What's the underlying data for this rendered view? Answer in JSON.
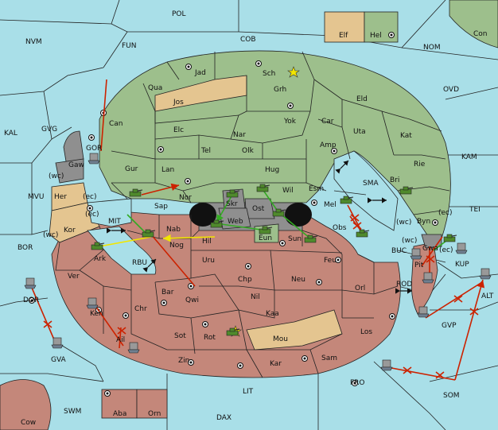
{
  "colors": {
    "sea": "#a9dfe8",
    "green_power": "#9dbf8c",
    "red_power": "#c4877a",
    "neutral": "#e4c590",
    "impassable": "#8f8f8f",
    "order_red": "#cc2200",
    "order_green": "#33aa22",
    "order_yellow": "#f2e600"
  },
  "provinces": {
    "pol": "POL",
    "nvm": "NVM",
    "fun": "FUN",
    "cob": "COB",
    "nom": "NOM",
    "con": "Con",
    "elf": "Elf",
    "hel": "Hel",
    "ovd": "OVD",
    "kal": "KAL",
    "gvg": "GVG",
    "kam": "KAM",
    "mvu": "MVU",
    "tei": "TEI",
    "bor": "BOR",
    "buc": "BUC",
    "kup": "KUP",
    "dor": "DOR",
    "alt": "ALT",
    "gvp": "GVP",
    "gva": "GVA",
    "rod": "ROD",
    "fro": "FRO",
    "som": "SOM",
    "lit": "LIT",
    "swm": "SWM",
    "dax": "DAX",
    "cow": "Cow",
    "aba": "Aba",
    "orn": "Orn",
    "jad": "Jad",
    "sch": "Sch",
    "qua": "Qua",
    "jos": "Jos",
    "grh": "Grh",
    "eld": "Eld",
    "can": "Can",
    "gor": "GOR",
    "yok": "Yok",
    "car": "Car",
    "uta": "Uta",
    "elc": "Elc",
    "nar": "Nar",
    "kat": "Kat",
    "tel": "Tel",
    "olk": "Olk",
    "amp": "Amp",
    "gaw": "Gaw",
    "gur": "Gur",
    "lan": "Lan",
    "hug": "Hug",
    "rie": "Rie",
    "bri": "Bri",
    "sma": "SMA",
    "wil": "Wil",
    "esm": "Esm",
    "skr": "Skr",
    "her": "Her",
    "nor": "Nor",
    "sap": "Sap",
    "ost": "Ost",
    "web": "Web",
    "mel": "Mel",
    "byn": "Byn",
    "kor": "Kor",
    "mit": "MIT",
    "nab": "Nab",
    "eun": "Eun",
    "sun": "Sun",
    "obs": "Obs",
    "hil": "Hil",
    "nog": "Nog",
    "gwa": "Gwa",
    "ark": "Ark",
    "rbu": "RBU",
    "uru": "Uru",
    "feu": "Feu",
    "pit": "Pit",
    "ver": "Ver",
    "chp": "Chp",
    "neu": "Neu",
    "orl": "Orl",
    "bar": "Bar",
    "qwi": "Qwi",
    "nil": "Nil",
    "chr": "Chr",
    "ken": "Ken",
    "kaa": "Kaa",
    "ail": "Ail",
    "sot": "Sot",
    "rot": "Rot",
    "mou": "Mou",
    "los": "Los",
    "zin": "Zin",
    "kar": "Kar",
    "sam": "Sam"
  },
  "coast_tags": {
    "wc_1": "(wc)",
    "ec_1": "(ec)",
    "ec_2": "(ec)",
    "wc_2": "(wc)",
    "wc_3": "(wc)",
    "ec_3": "(ec)",
    "wc_4": "(wc)",
    "ec_4": "(ec)"
  },
  "icons": {
    "army": "tank-icon",
    "fleet": "ship-icon",
    "supply_center": "supply-center-icon",
    "capital": "star-icon",
    "convoy": "double-arrow-icon"
  }
}
